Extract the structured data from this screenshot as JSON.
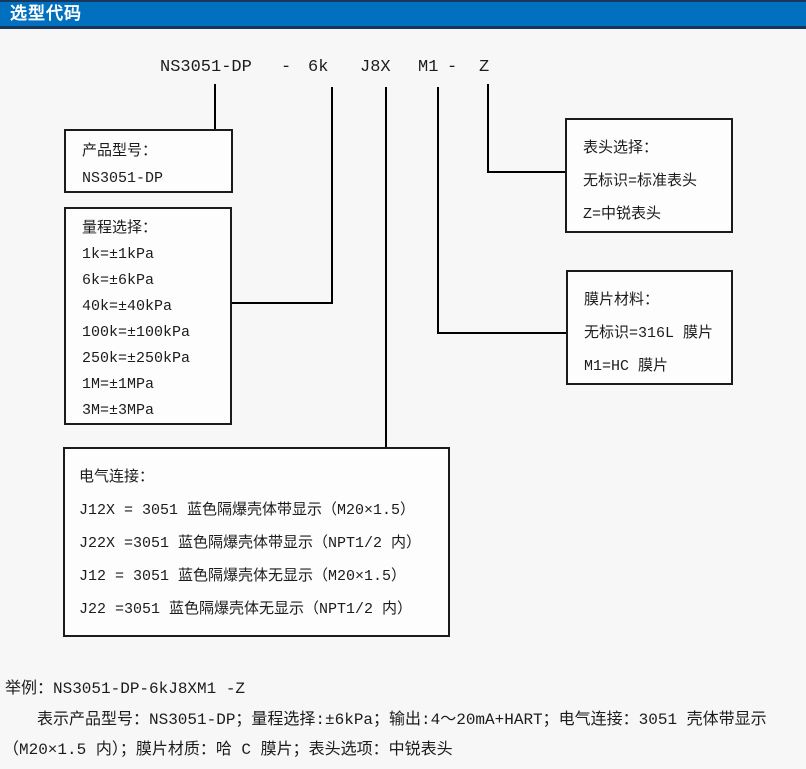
{
  "colors": {
    "header_bg": "#0070BF",
    "header_border": "#17375E",
    "page_bg": "#F7F7F8",
    "box_border": "#1B1B1B",
    "text": "#1C1C1C"
  },
  "header": {
    "title": "选型代码"
  },
  "code_line": {
    "parts": [
      "NS3051-DP",
      "-",
      "6k",
      "J8X",
      "M1",
      "-",
      "Z"
    ]
  },
  "boxes": {
    "product": {
      "title": "产品型号：",
      "lines": [
        "NS3051-DP"
      ]
    },
    "range": {
      "title": "量程选择：",
      "lines": [
        "1k=±1kPa",
        "6k=±6kPa",
        "40k=±40kPa",
        "100k=±100kPa",
        "250k=±250kPa",
        "1M=±1MPa",
        "3M=±3MPa"
      ]
    },
    "electrical": {
      "title": "电气连接：",
      "lines": [
        "J12X = 3051 蓝色隔爆壳体带显示（M20×1.5）",
        "J22X =3051 蓝色隔爆壳体带显示（NPT1/2 内）",
        "J12 = 3051 蓝色隔爆壳体无显示（M20×1.5）",
        "J22 =3051 蓝色隔爆壳体无显示（NPT1/2 内）"
      ]
    },
    "display": {
      "title": "表头选择：",
      "lines": [
        "无标识=标准表头",
        "Z=中锐表头"
      ]
    },
    "diaphragm": {
      "title": "膜片材料：",
      "lines": [
        "无标识=316L 膜片",
        "M1=HC 膜片"
      ]
    }
  },
  "example": {
    "line1": "举例：NS3051-DP-6kJ8XM1 -Z",
    "line2": "表示产品型号：NS3051-DP；量程选择:±6kPa；输出:4～20mA+HART；电气连接：3051 壳体带显示",
    "line3": "（M20×1.5 内）；膜片材质：哈 C 膜片；表头选项：中锐表头"
  }
}
